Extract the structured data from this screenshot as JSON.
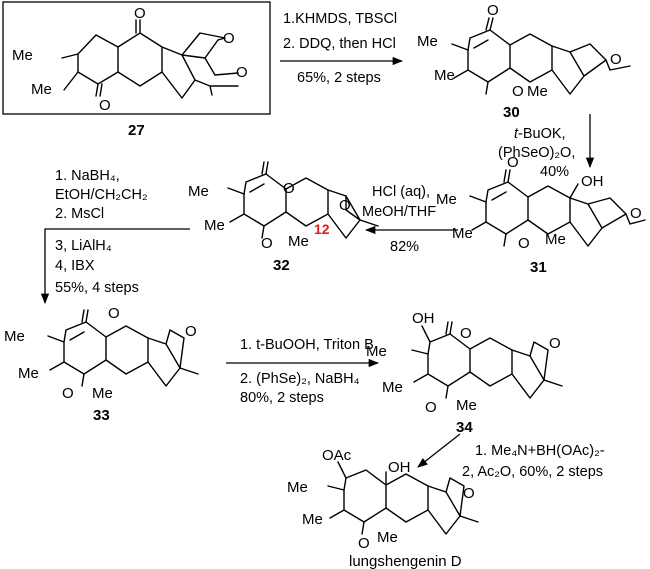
{
  "compounds": {
    "c27": "27",
    "c30": "30",
    "c31": "31",
    "c32": "32",
    "c33": "33",
    "c34": "34",
    "final": "lungshengenin D"
  },
  "atom_labels": {
    "o": "O",
    "me": "Me",
    "oh": "OH",
    "oac": "OAc",
    "c12": "12"
  },
  "step1": {
    "line1": "1.KHMDS, TBSCl",
    "line2": "2. DDQ, then HCl",
    "line3": "65%, 2 steps"
  },
  "step2": {
    "line1_pre": "t",
    "line1_post": "-BuOK,",
    "line2": "(PhSeO)₂O,",
    "line3": "40%"
  },
  "step3": {
    "line1": "HCl (aq),",
    "line2": "MeOH/THF",
    "line3": "82%"
  },
  "step4": {
    "line1": "1. NaBH₄,",
    "line2": "EtOH/CH₂CH₂",
    "line3": "2. MsCl",
    "line4": "3, LiAlH₄",
    "line5": "4, IBX",
    "line6": "55%, 4 steps"
  },
  "step5": {
    "line1": "1. t-BuOOH, Triton B",
    "line2": "2. (PhSe)₂, NaBH₄",
    "line3": "80%, 2 steps"
  },
  "step6": {
    "line1": "1. Me₄N+BH(OAc)₂-",
    "line2": "2, Ac₂O, 60%, 2 steps"
  }
}
